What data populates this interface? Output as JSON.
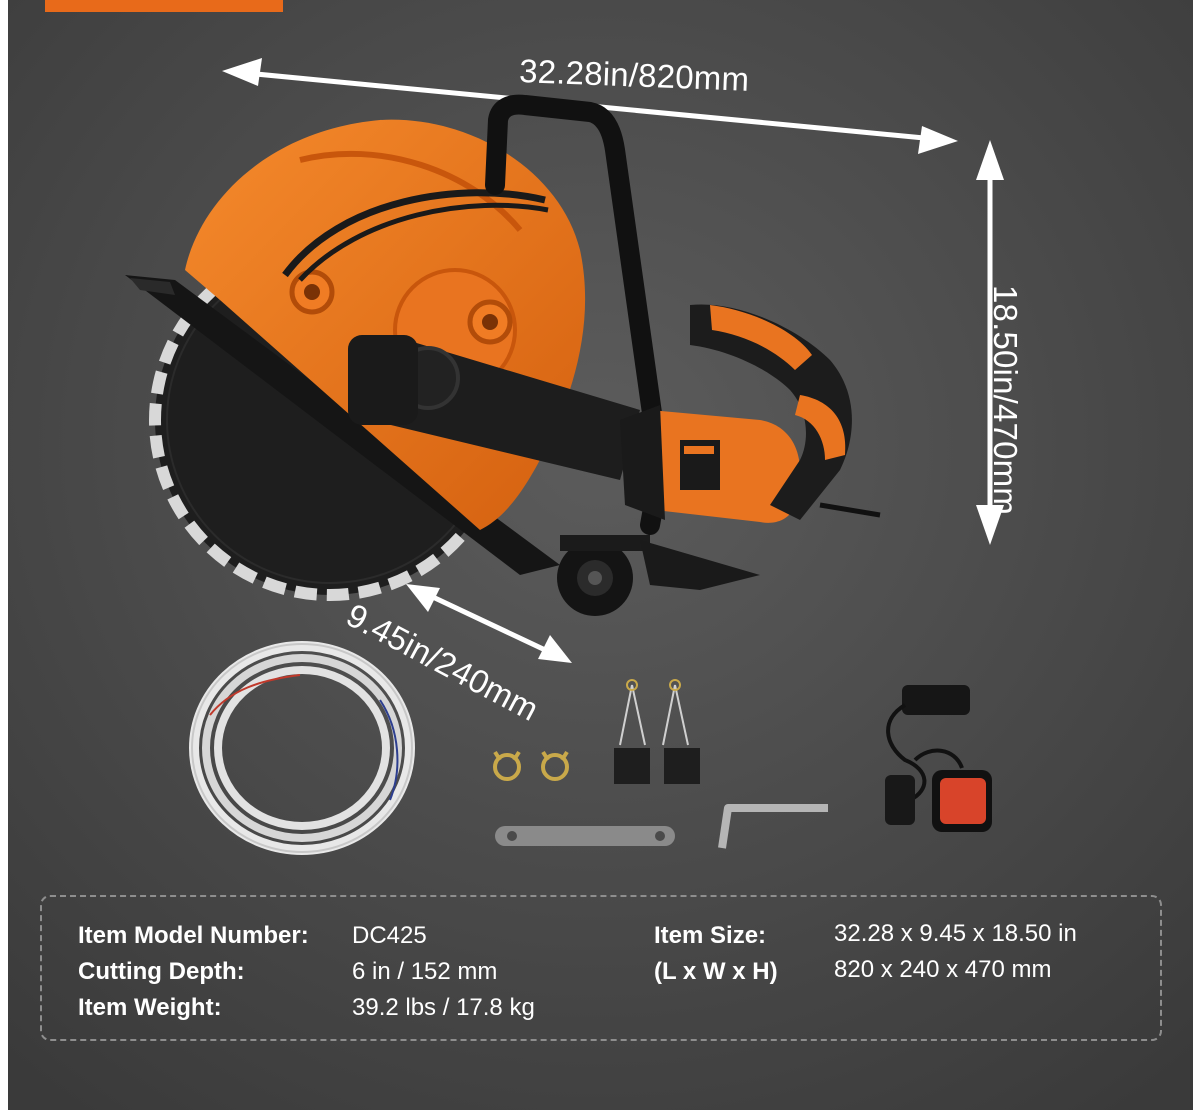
{
  "accent_color": "#e86a1a",
  "background_color": "#4b4b4b",
  "dimensions": {
    "length": "32.28in/820mm",
    "height": "18.50in/470mm",
    "width": "9.45in/240mm"
  },
  "specs": {
    "model_label": "Item Model Number:",
    "model_value": "DC425",
    "depth_label": "Cutting Depth:",
    "depth_value": "6 in / 152 mm",
    "weight_label": "Item Weight:",
    "weight_value": "39.2 lbs / 17.8 kg",
    "size_label": "Item Size:",
    "size_sublabel": "(L x W x H)",
    "size_in": "32.28 x 9.45 x 18.50 in",
    "size_mm": "820 x 240 x 470 mm"
  },
  "product": {
    "main": "electric concrete cut-off saw",
    "accessories": [
      "water-hose",
      "hose-clamps",
      "carbon-brushes",
      "wrench",
      "hex-key",
      "water-pump"
    ]
  }
}
